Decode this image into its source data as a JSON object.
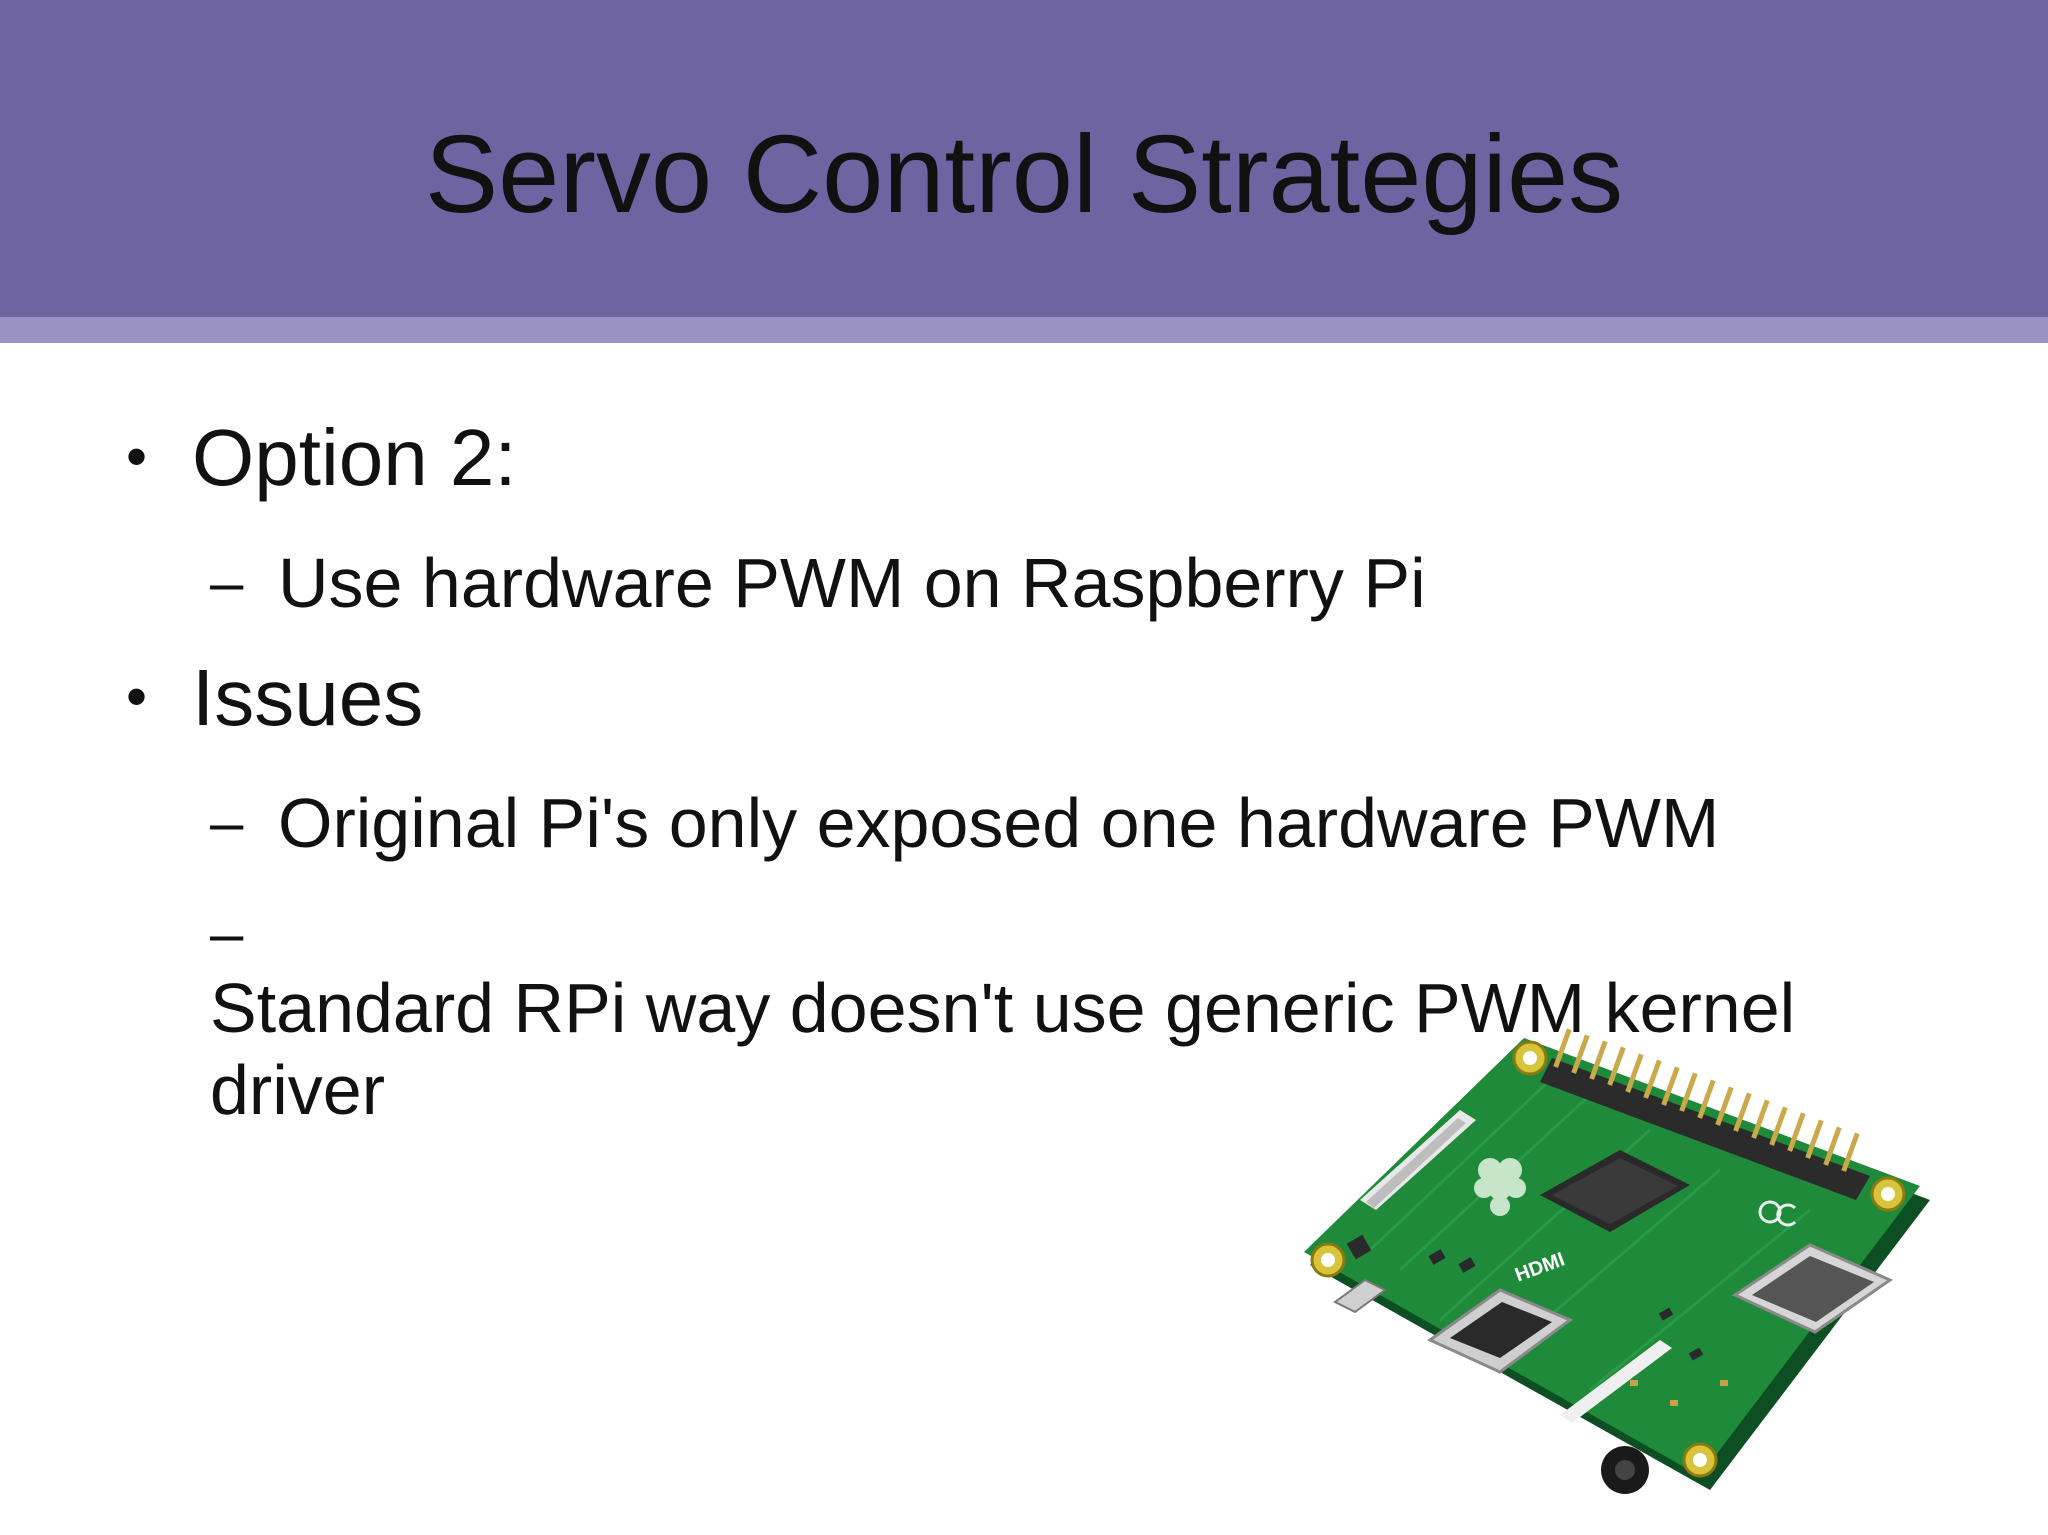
{
  "slide": {
    "title": "Servo Control Strategies",
    "bullets": [
      {
        "marker": "•",
        "text": "Option 2:",
        "sub": [
          {
            "marker": "–",
            "text": "Use hardware PWM on Raspberry Pi"
          }
        ]
      },
      {
        "marker": "•",
        "text": "Issues",
        "sub": [
          {
            "marker": "–",
            "text": "Original Pi's only exposed one hardware PWM"
          },
          {
            "marker": "–",
            "text": "Standard RPi way doesn't use generic PWM kernel driver"
          }
        ]
      }
    ],
    "image": {
      "icon": "raspberry-pi-board-icon",
      "board_text": "HDMI"
    },
    "colors": {
      "title_bar": "#6e64a2",
      "title_underline": "#9b92c4",
      "text": "#111111",
      "board_green": "#1f8a3a"
    }
  }
}
